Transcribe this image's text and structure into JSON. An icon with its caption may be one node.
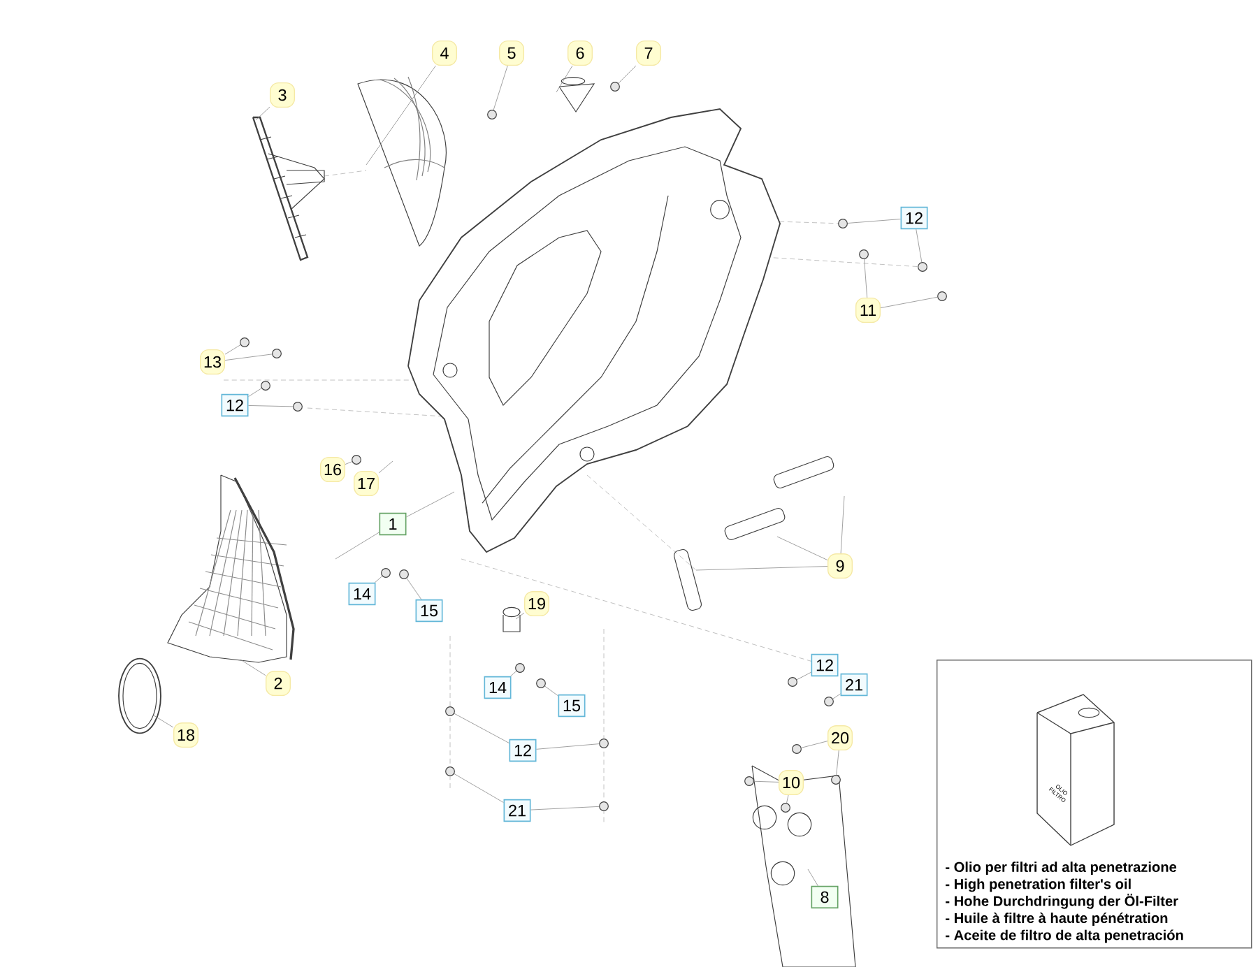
{
  "diagram": {
    "nodes": [
      {
        "text": [
          "4"
        ]
      },
      {
        "text": [
          "5"
        ]
      },
      {
        "text": [
          "6"
        ]
      },
      {
        "text": [
          "7"
        ]
      },
      {
        "text": [
          "3"
        ]
      },
      {
        "text": [
          "12"
        ]
      },
      {
        "text": [
          "11"
        ]
      },
      {
        "text": [
          "13"
        ]
      },
      {
        "text": [
          "12"
        ]
      },
      {
        "text": [
          "16"
        ]
      },
      {
        "text": [
          "17"
        ]
      },
      {
        "text": [
          "1"
        ]
      },
      {
        "text": [
          "9"
        ]
      },
      {
        "text": [
          "14"
        ]
      },
      {
        "text": [
          "15"
        ]
      },
      {
        "text": [
          "19"
        ]
      },
      {
        "text": [
          "2"
        ]
      },
      {
        "text": [
          "14"
        ]
      },
      {
        "text": [
          "12"
        ]
      },
      {
        "text": [
          "21"
        ]
      },
      {
        "text": [
          "15"
        ]
      },
      {
        "text": [
          "18"
        ]
      },
      {
        "text": [
          "12"
        ]
      },
      {
        "text": [
          "20"
        ]
      },
      {
        "text": [
          "10"
        ]
      },
      {
        "text": [
          "21"
        ]
      },
      {
        "text": [
          "8"
        ]
      },
      {
        "text": [
          "- Olio per filtri ad alta penetrazione",
          "- High penetration filter's oil",
          "- Hohe Durchdringung der Öl-Filter",
          "- Huile à filtre à haute pénétration",
          "- Aceite de filtro de alta penetración"
        ]
      },
      {
        "text": [],
        "shape": "circle"
      },
      {
        "text": [],
        "shape": "circle"
      },
      {
        "text": [],
        "shape": "circle"
      },
      {
        "text": [],
        "shape": "circle"
      },
      {
        "text": [],
        "shape": "circle"
      },
      {
        "text": [],
        "shape": "circle"
      },
      {
        "text": [],
        "shape": "circle"
      },
      {
        "text": [],
        "shape": "circle"
      },
      {
        "text": [],
        "shape": "circle"
      },
      {
        "text": [],
        "shape": "circle"
      },
      {
        "text": [],
        "shape": "circle"
      },
      {
        "text": [],
        "shape": "circle"
      },
      {
        "text": [],
        "shape": "circle"
      },
      {
        "text": [],
        "shape": "circle"
      },
      {
        "text": [],
        "shape": "circle"
      },
      {
        "text": [],
        "shape": "circle"
      },
      {
        "text": [],
        "shape": "circle"
      },
      {
        "text": [],
        "shape": "circle"
      },
      {
        "text": [],
        "shape": "circle"
      },
      {
        "text": [],
        "shape": "circle"
      },
      {
        "text": [],
        "shape": "circle"
      },
      {
        "text": [],
        "shape": "circle"
      },
      {
        "text": [],
        "shape": "circle"
      },
      {
        "text": [],
        "shape": "circle"
      },
      {
        "text": [],
        "shape": "circle"
      }
    ],
    "edges": [
      {
        "from": 0,
        "to": null,
        "arrow": "none"
      },
      {
        "from": 1,
        "to": 29,
        "arrow": "none"
      },
      {
        "from": 2,
        "to": null,
        "arrow": "none"
      },
      {
        "from": 3,
        "to": 28,
        "arrow": "none"
      },
      {
        "from": 4,
        "to": null,
        "arrow": "none"
      },
      {
        "from": 5,
        "to": 30,
        "arrow": "none"
      },
      {
        "from": 5,
        "to": 32,
        "arrow": "none"
      },
      {
        "from": 6,
        "to": 31,
        "arrow": "none"
      },
      {
        "from": 6,
        "to": 33,
        "arrow": "none"
      },
      {
        "from": 7,
        "to": 34,
        "arrow": "none"
      },
      {
        "from": 7,
        "to": 35,
        "arrow": "none"
      },
      {
        "from": 8,
        "to": 36,
        "arrow": "none"
      },
      {
        "from": 8,
        "to": 37,
        "arrow": "none"
      },
      {
        "from": 9,
        "to": 38,
        "arrow": "none"
      },
      {
        "from": 10,
        "to": null,
        "arrow": "none"
      },
      {
        "from": 11,
        "to": null,
        "arrow": "none"
      },
      {
        "from": 11,
        "to": null,
        "arrow": "none"
      },
      {
        "from": 12,
        "to": null,
        "arrow": "none"
      },
      {
        "from": 12,
        "to": null,
        "arrow": "none"
      },
      {
        "from": 12,
        "to": null,
        "arrow": "none"
      },
      {
        "from": 13,
        "to": 39,
        "arrow": "none"
      },
      {
        "from": 14,
        "to": 40,
        "arrow": "none"
      },
      {
        "from": 15,
        "to": null,
        "arrow": "none"
      },
      {
        "from": 16,
        "to": null,
        "arrow": "none"
      },
      {
        "from": 17,
        "to": 41,
        "arrow": "none"
      },
      {
        "from": 18,
        "to": 42,
        "arrow": "none"
      },
      {
        "from": 19,
        "to": 44,
        "arrow": "none"
      },
      {
        "from": 20,
        "to": 43,
        "arrow": "none"
      },
      {
        "from": 21,
        "to": null,
        "arrow": "none"
      },
      {
        "from": 22,
        "to": 45,
        "arrow": "none"
      },
      {
        "from": 22,
        "to": 46,
        "arrow": "none"
      },
      {
        "from": 23,
        "to": 47,
        "arrow": "none"
      },
      {
        "from": 23,
        "to": 49,
        "arrow": "none"
      },
      {
        "from": 24,
        "to": 50,
        "arrow": "none"
      },
      {
        "from": 24,
        "to": 52,
        "arrow": "none"
      },
      {
        "from": 25,
        "to": 48,
        "arrow": "none"
      },
      {
        "from": 25,
        "to": 51,
        "arrow": "none"
      },
      {
        "from": 26,
        "to": null,
        "arrow": "none"
      }
    ],
    "labels": [
      "OLIO FILTRO"
    ]
  }
}
